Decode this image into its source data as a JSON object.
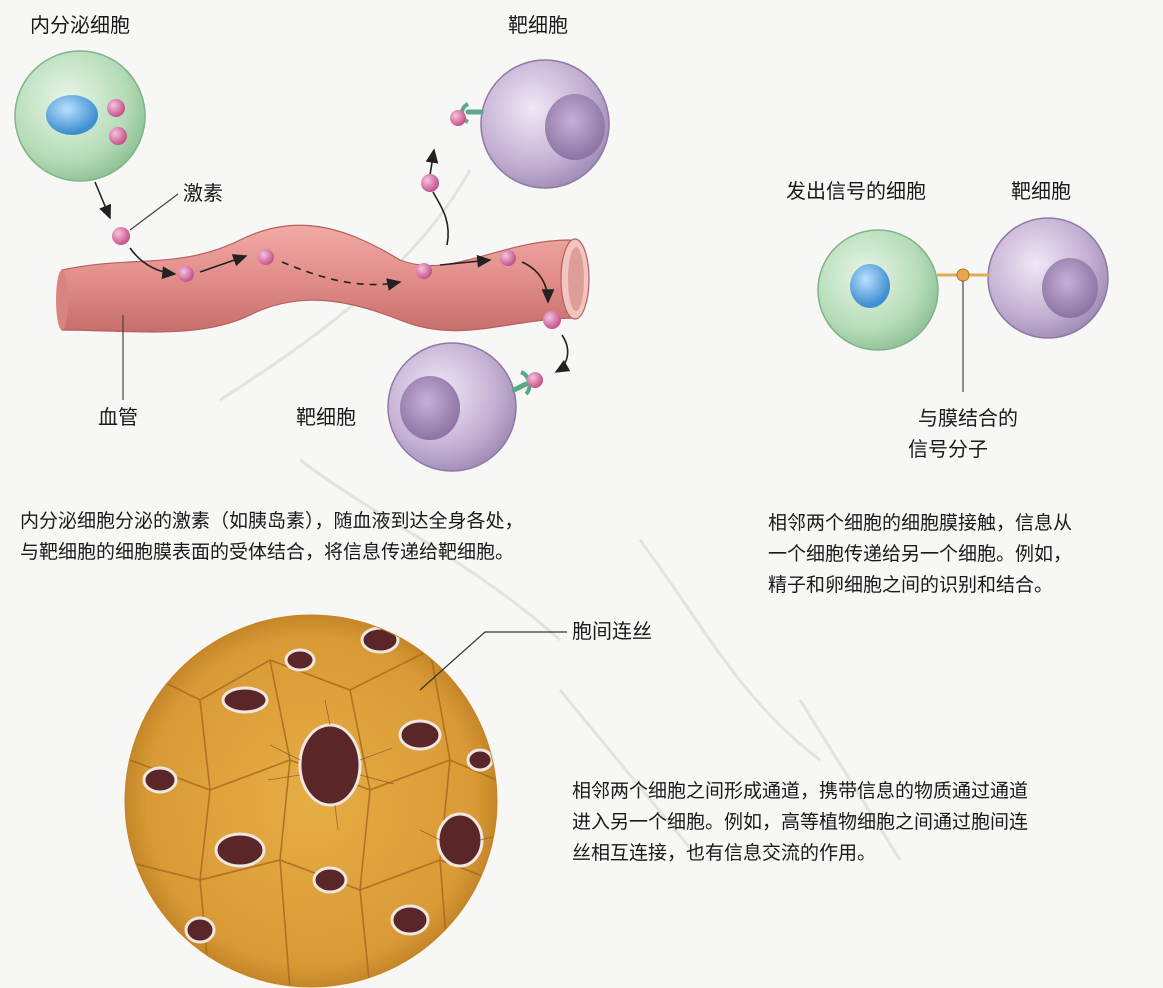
{
  "panel_endocrine": {
    "label_endocrine_cell": "内分泌细胞",
    "label_target_top": "靶细胞",
    "label_hormone": "激素",
    "label_vessel": "血管",
    "label_target_bottom": "靶细胞",
    "caption_line1": "内分泌细胞分泌的激素（如胰岛素），随血液到达全身各处，",
    "caption_line2": "与靶细胞的细胞膜表面的受体结合，将信息传递给靶细胞。"
  },
  "panel_contact": {
    "label_signal_cell": "发出信号的细胞",
    "label_target": "靶细胞",
    "label_molecule_line1": "与膜结合的",
    "label_molecule_line2": "信号分子",
    "caption_line1": "相邻两个细胞的细胞膜接触，信息从",
    "caption_line2": "一个细胞传递给另一个细胞。例如，",
    "caption_line3": "精子和卵细胞之间的识别和结合。"
  },
  "panel_channel": {
    "label_plasmodesmata": "胞间连丝",
    "caption_line1": "相邻两个细胞之间形成通道，携带信息的物质通过通道",
    "caption_line2": "进入另一个细胞。例如，高等植物细胞之间通过胞间连",
    "caption_line3": "丝相互连接，也有信息交流的作用。"
  },
  "colors": {
    "green_cell": "#b5dcb8",
    "purple_cell": "#c3aed2",
    "vessel": "#e08a86",
    "hormone": "#d06aa0",
    "nucleus_blue": "#5ea8dc",
    "micrograph_bg": "#d99a35"
  }
}
